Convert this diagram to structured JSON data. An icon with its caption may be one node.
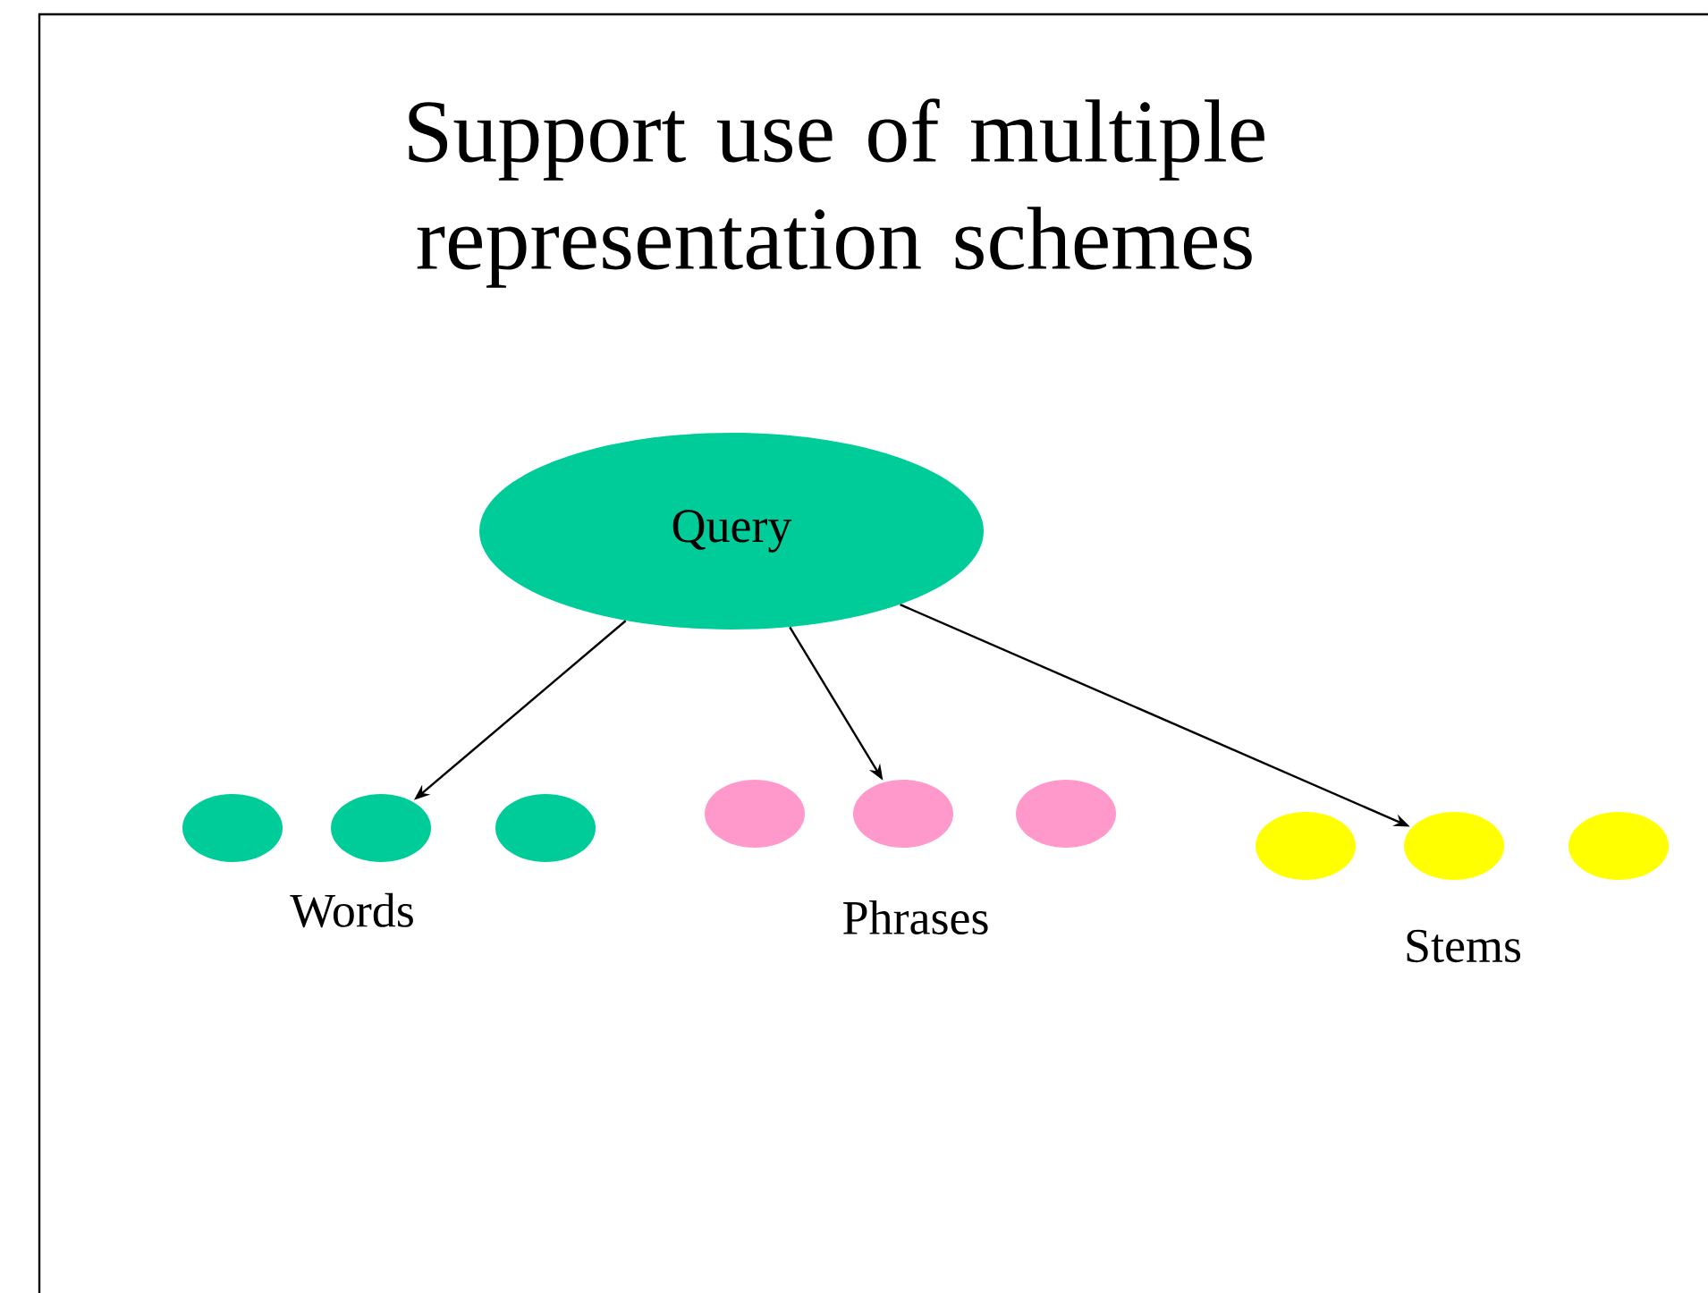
{
  "diagram": {
    "title": "Support use of multiple representation schemes",
    "nodes": [
      {
        "text": [
          "Query"
        ]
      },
      {
        "text": [],
        "shape": "ellipse"
      },
      {
        "text": [],
        "shape": "ellipse"
      },
      {
        "text": [],
        "shape": "ellipse"
      },
      {
        "text": [],
        "shape": "ellipse"
      },
      {
        "text": [],
        "shape": "ellipse"
      },
      {
        "text": [],
        "shape": "ellipse"
      },
      {
        "text": [],
        "shape": "ellipse"
      },
      {
        "text": [],
        "shape": "ellipse"
      },
      {
        "text": [],
        "shape": "ellipse"
      }
    ],
    "edges": [
      {
        "from": 0,
        "to": 2,
        "arrow": "to"
      },
      {
        "from": 0,
        "to": 5,
        "arrow": "to"
      },
      {
        "from": 0,
        "to": 8,
        "arrow": "to"
      }
    ],
    "labels": [
      "Words",
      "Phrases",
      "Stems"
    ]
  }
}
